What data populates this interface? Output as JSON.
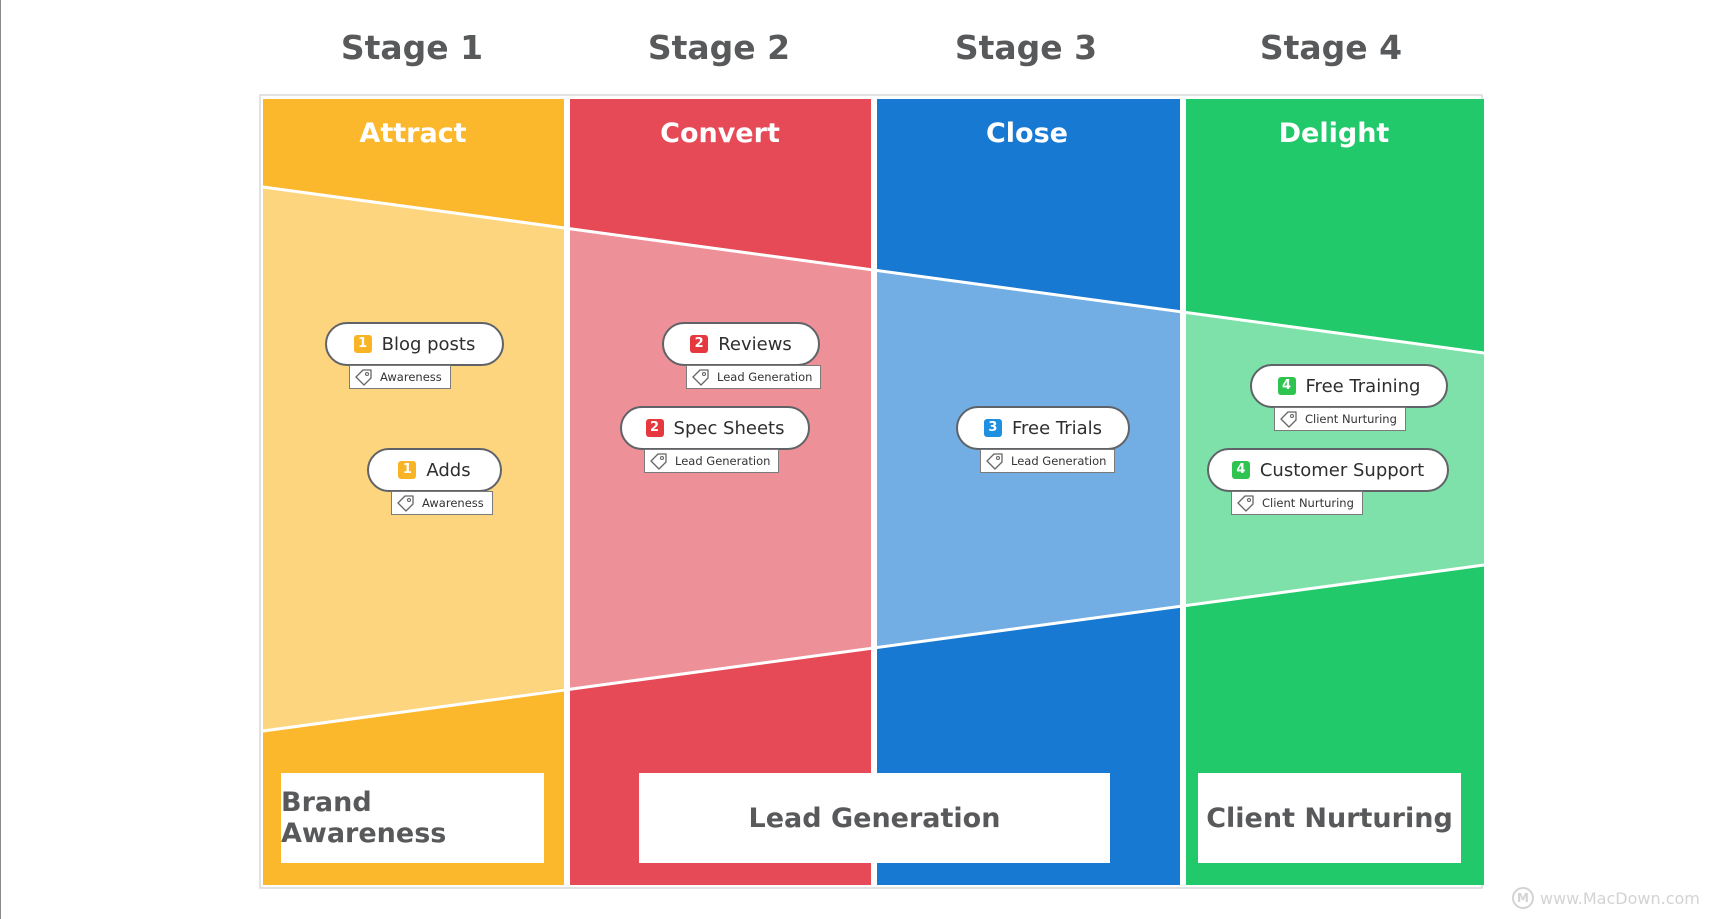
{
  "stages": [
    {
      "heading": "Stage 1",
      "title": "Attract",
      "color": "#fbb82d",
      "light_color": "#fdd57f"
    },
    {
      "heading": "Stage 2",
      "title": "Convert",
      "color": "#e64a57",
      "light_color": "#ee9098"
    },
    {
      "heading": "Stage 3",
      "title": "Close",
      "color": "#1779d2",
      "light_color": "#72aee3"
    },
    {
      "heading": "Stage 4",
      "title": "Delight",
      "color": "#22c96b",
      "light_color": "#7de1a9"
    }
  ],
  "categories": {
    "brand_awareness": "Brand Awareness",
    "lead_generation": "Lead Generation",
    "client_nurturing": "Client Nurturing"
  },
  "topics": {
    "blog_posts": {
      "marker": "1",
      "label": "Blog posts",
      "tag": "Awareness"
    },
    "adds": {
      "marker": "1",
      "label": "Adds",
      "tag": "Awareness"
    },
    "reviews": {
      "marker": "2",
      "label": "Reviews",
      "tag": "Lead Generation"
    },
    "spec_sheets": {
      "marker": "2",
      "label": "Spec Sheets",
      "tag": "Lead Generation"
    },
    "free_trials": {
      "marker": "3",
      "label": "Free Trials",
      "tag": "Lead Generation"
    },
    "free_training": {
      "marker": "4",
      "label": "Free Training",
      "tag": "Client Nurturing"
    },
    "customer_support": {
      "marker": "4",
      "label": "Customer Support",
      "tag": "Client Nurturing"
    }
  },
  "icons": {
    "tag_icon": "tag-icon",
    "watermark_logo": "macdown-logo-icon"
  },
  "watermark": {
    "logo": "M",
    "text": "www.MacDown.com"
  }
}
